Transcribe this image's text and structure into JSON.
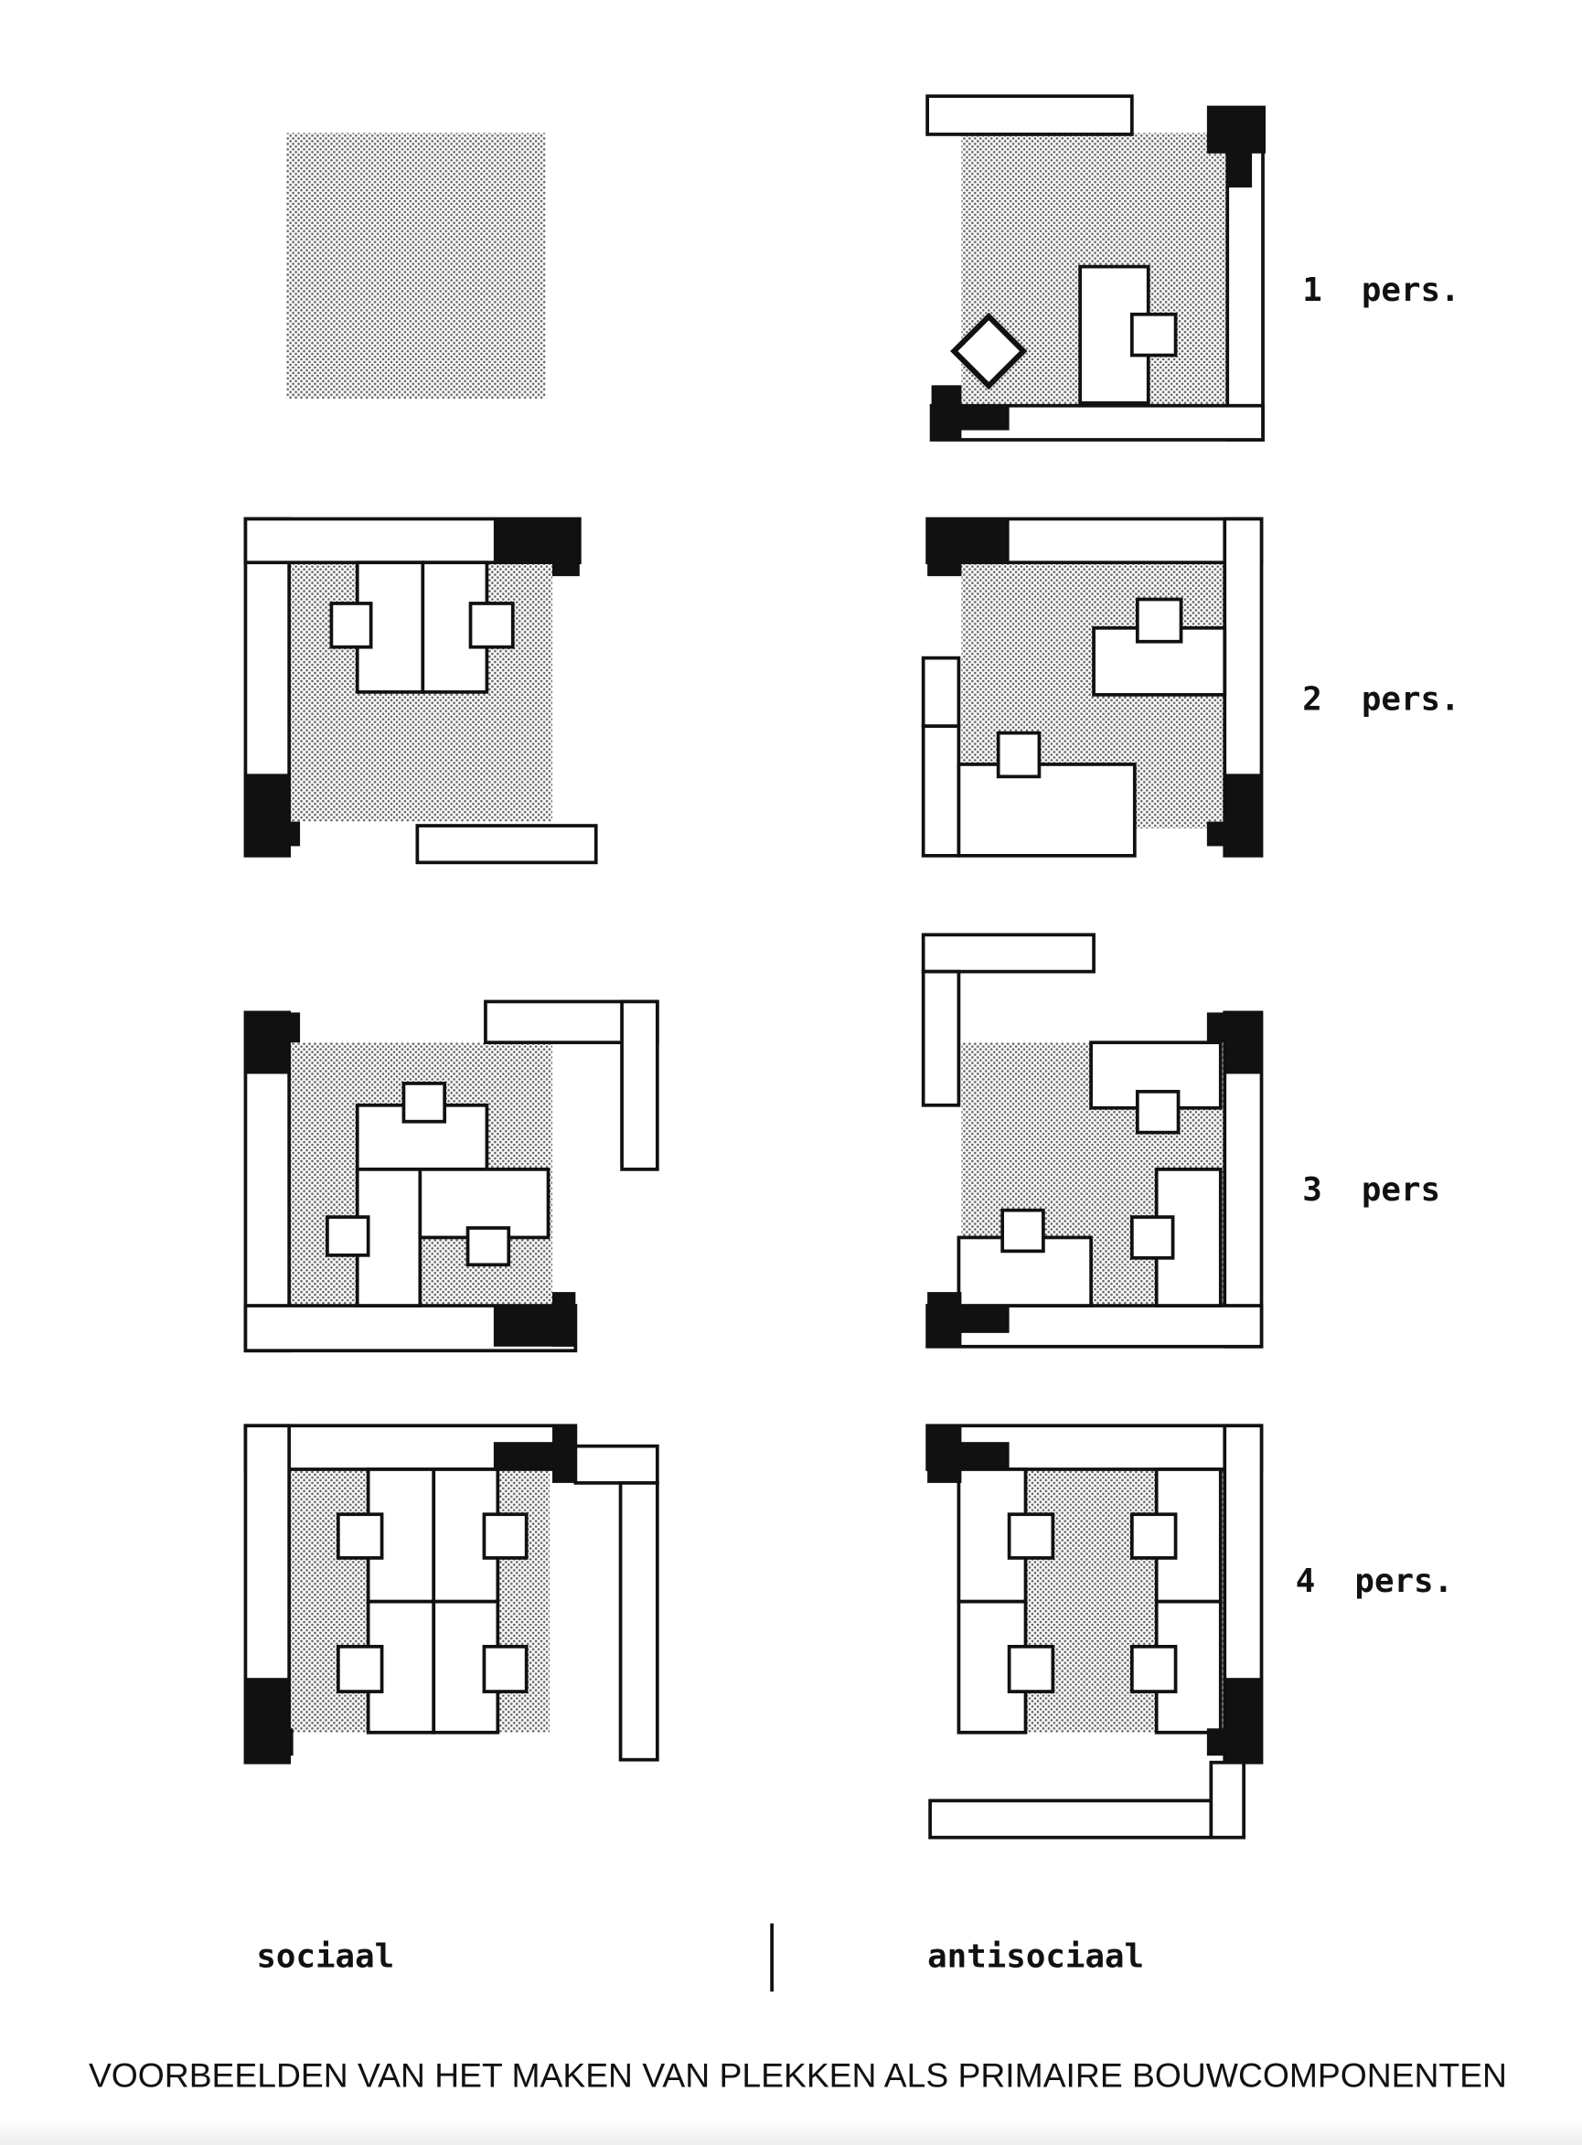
{
  "rows": [
    {
      "label": "1  pers."
    },
    {
      "label": "2  pers."
    },
    {
      "label": "3  pers"
    },
    {
      "label": "4  pers."
    }
  ],
  "columns": {
    "left": "sociaal",
    "right": "antisociaal"
  },
  "caption": "VOORBEELDEN VAN HET MAKEN VAN PLEKKEN ALS PRIMAIRE BOUWCOMPONENTEN",
  "colors": {
    "ink": "#111111",
    "stipple": "#9a9a9a",
    "paper": "#ffffff"
  }
}
